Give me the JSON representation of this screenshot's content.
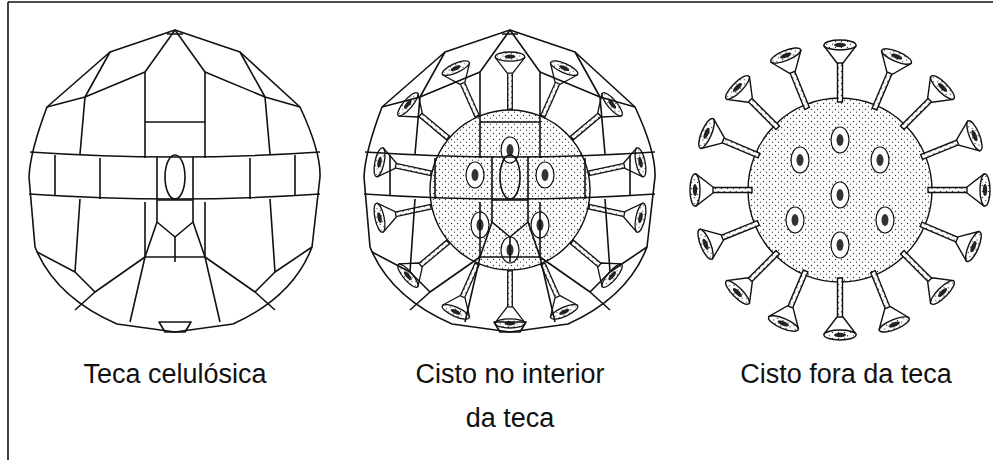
{
  "diagram": {
    "labels": [
      "Teca celulósica",
      "Cisto no interior da teca",
      "Cisto fora da teca"
    ]
  }
}
